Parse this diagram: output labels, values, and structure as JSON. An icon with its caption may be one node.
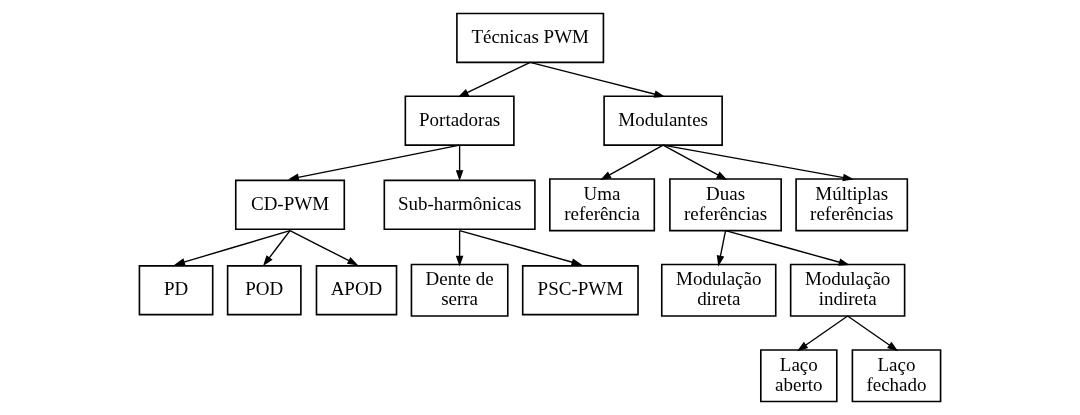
{
  "diagram": {
    "nodes": [
      {
        "text": [
          "Técnicas PWM"
        ]
      },
      {
        "text": [
          "Portadoras"
        ]
      },
      {
        "text": [
          "Modulantes"
        ]
      },
      {
        "text": [
          "CD-PWM"
        ]
      },
      {
        "text": [
          "Sub-harmônicas"
        ]
      },
      {
        "text": [
          "PD"
        ]
      },
      {
        "text": [
          "POD"
        ]
      },
      {
        "text": [
          "APOD"
        ]
      },
      {
        "text": [
          "Dente de serra"
        ]
      },
      {
        "text": [
          "PSC-PWM"
        ]
      },
      {
        "text": [
          "Uma referência"
        ]
      },
      {
        "text": [
          "Duas referências"
        ]
      },
      {
        "text": [
          "Múltiplas referências"
        ]
      },
      {
        "text": [
          "Modulação direta"
        ]
      },
      {
        "text": [
          "Modulação indireta"
        ]
      },
      {
        "text": [
          "Laço aberto"
        ]
      },
      {
        "text": [
          "Laço fechado"
        ]
      }
    ],
    "edges": [
      {
        "from": 0,
        "to": 1,
        "arrow": "to"
      },
      {
        "from": 0,
        "to": 2,
        "arrow": "to"
      },
      {
        "from": 1,
        "to": 3,
        "arrow": "to"
      },
      {
        "from": 1,
        "to": 4,
        "arrow": "to"
      },
      {
        "from": 3,
        "to": 5,
        "arrow": "to"
      },
      {
        "from": 3,
        "to": 6,
        "arrow": "to"
      },
      {
        "from": 3,
        "to": 7,
        "arrow": "to"
      },
      {
        "from": 4,
        "to": 8,
        "arrow": "to"
      },
      {
        "from": 4,
        "to": 9,
        "arrow": "to"
      },
      {
        "from": 2,
        "to": 10,
        "arrow": "to"
      },
      {
        "from": 2,
        "to": 11,
        "arrow": "to"
      },
      {
        "from": 2,
        "to": 12,
        "arrow": "to"
      },
      {
        "from": 11,
        "to": 13,
        "arrow": "to"
      },
      {
        "from": 11,
        "to": 14,
        "arrow": "to"
      },
      {
        "from": 14,
        "to": 15,
        "arrow": "to"
      },
      {
        "from": 14,
        "to": 16,
        "arrow": "to"
      }
    ]
  }
}
